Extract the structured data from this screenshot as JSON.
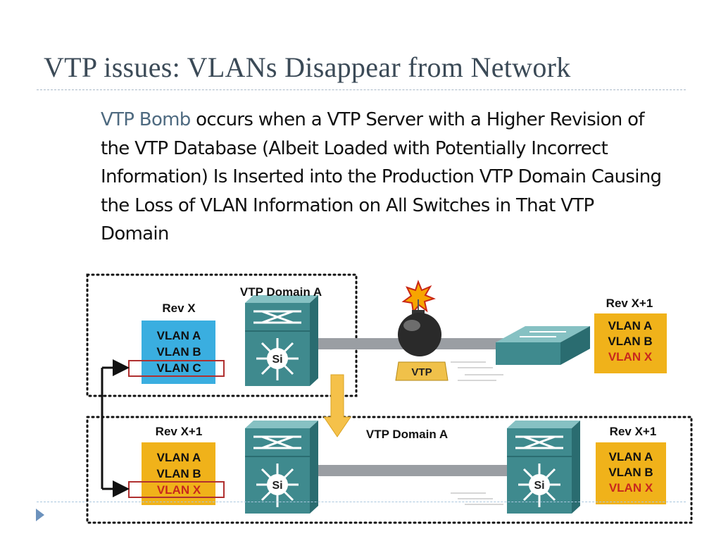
{
  "slide": {
    "title": "VTP issues: VLANs Disappear from Network",
    "body_highlight": "VTP Bomb",
    "body_text": "occurs when a VTP Server with a Higher Revision of the VTP Database (Albeit Loaded with Potentially Incorrect Information) Is Inserted into the Production VTP Domain Causing the Loss of VLAN Information on All Switches in That VTP Domain"
  },
  "diagram": {
    "top_domain_label": "VTP Domain A",
    "bottom_domain_label": "VTP Domain A",
    "top_left_rev": "Rev X",
    "top_left_vlans": [
      "VLAN A",
      "VLAN B",
      "VLAN C"
    ],
    "top_right_rev": "Rev X+1",
    "top_right_vlans": [
      "VLAN A",
      "VLAN B",
      "VLAN X"
    ],
    "bottom_left_rev": "Rev X+1",
    "bottom_left_vlans": [
      "VLAN A",
      "VLAN B",
      "VLAN X"
    ],
    "bottom_right_rev": "Rev X+1",
    "bottom_right_vlans": [
      "VLAN A",
      "VLAN B",
      "VLAN X"
    ],
    "switch_label": "Si",
    "vtp_tag": "VTP"
  },
  "colors": {
    "title": "#3b4a57",
    "highlight": "#4e6a80",
    "switch_teal": "#3f8a8e",
    "vlan_blue_box": "#3aaee0",
    "vlan_gold_box": "#f0b21a",
    "vlan_red_text": "#c8281e",
    "link_gray": "#9a9ea3"
  }
}
